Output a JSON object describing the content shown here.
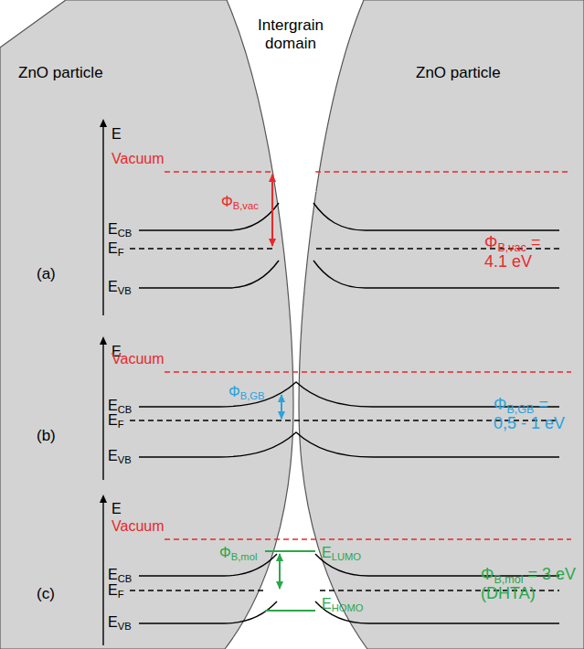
{
  "diagram": {
    "labels": [
      "Intergrain domain",
      "ZnO particle",
      "ZnO particle",
      "(a)",
      "(b)",
      "(c)",
      "E",
      "Vacuum",
      "ECB",
      "EF",
      "EVB",
      "ΦB,vac",
      "ΦB,vac = 4.1 eV",
      "E",
      "Vacuum",
      "ECB",
      "EF",
      "EVB",
      "ΦB,GB",
      "ΦB,GB = 0,5 - 1 eV",
      "E",
      "Vacuum",
      "ECB",
      "EF",
      "EVB",
      "ΦB,mol",
      "ELUMO",
      "EHOMO",
      "ΦB,mol = 3 eV (DHTA)"
    ]
  }
}
